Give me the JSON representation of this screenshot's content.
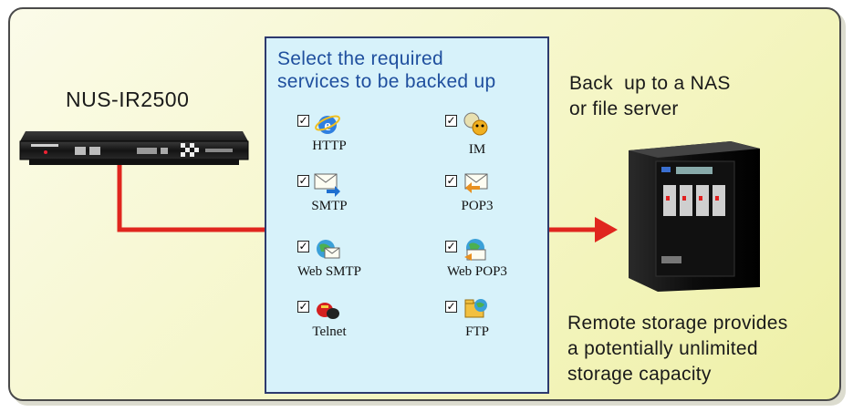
{
  "device": {
    "title": "NUS-IR2500"
  },
  "services": {
    "heading_line1": "Select the required",
    "heading_line2": "services to be backed up",
    "items": [
      {
        "label": "HTTP",
        "checked": true,
        "icon": "ie-browser-icon"
      },
      {
        "label": "IM",
        "checked": true,
        "icon": "instant-messenger-icon"
      },
      {
        "label": "SMTP",
        "checked": true,
        "icon": "envelope-send-icon"
      },
      {
        "label": "POP3",
        "checked": true,
        "icon": "envelope-receive-icon"
      },
      {
        "label": "Web SMTP",
        "checked": true,
        "icon": "web-mail-send-icon"
      },
      {
        "label": "Web POP3",
        "checked": true,
        "icon": "web-mail-receive-icon"
      },
      {
        "label": "Telnet",
        "checked": true,
        "icon": "telnet-icon"
      },
      {
        "label": "FTP",
        "checked": true,
        "icon": "ftp-transfer-icon"
      }
    ],
    "check_mark": "✓"
  },
  "nas": {
    "caption_line1": "Back  up to a NAS",
    "caption_line2": "or file server"
  },
  "remote": {
    "caption_line1": "Remote storage provides",
    "caption_line2": "a potentially unlimited",
    "caption_line3": "storage capacity"
  },
  "colors": {
    "arrow": "#e0261e",
    "heading": "#1f4f9e",
    "box": "#d7f2fa"
  }
}
